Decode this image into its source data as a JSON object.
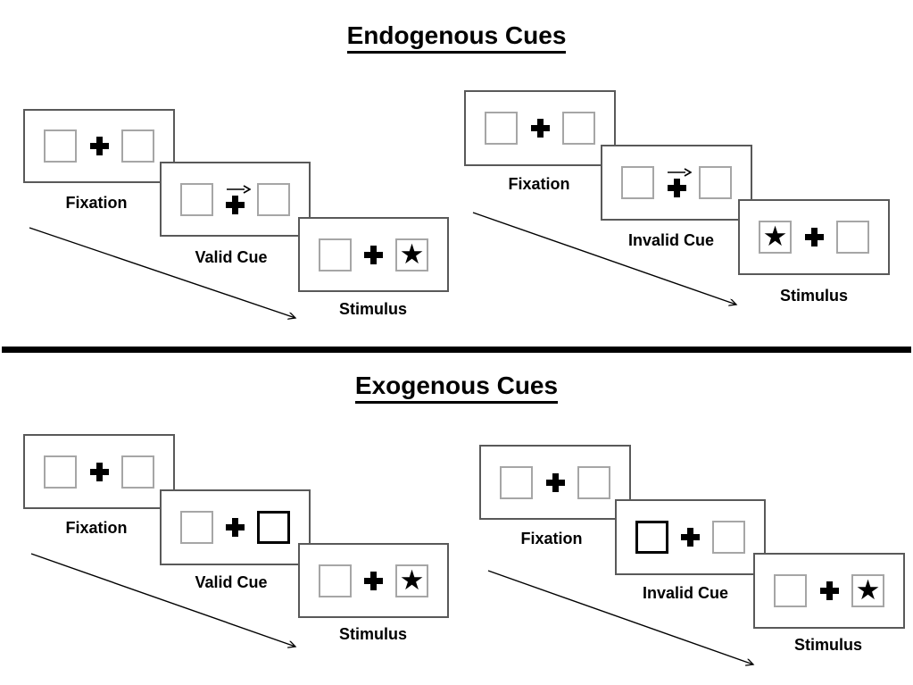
{
  "colors": {
    "background": "#ffffff",
    "card_border": "#595959",
    "box_border": "#a6a6a6",
    "highlight_border": "#000000",
    "ink": "#000000"
  },
  "glyphs": {
    "star": "★",
    "fixation_cross": "heavy-plus-cross",
    "cue_arrow": "thin-right-arrow",
    "timeline_arrow": "diagonal-down-right-arrow"
  },
  "sections": [
    {
      "id": "endogenous",
      "title": "Endogenous Cues",
      "sequences": [
        {
          "id": "endogenous-valid",
          "cue_type": "central-arrow-right",
          "star_side": "right",
          "labels": {
            "fixation": "Fixation",
            "cue": "Valid Cue",
            "stimulus": "Stimulus"
          }
        },
        {
          "id": "endogenous-invalid",
          "cue_type": "central-arrow-right",
          "star_side": "left",
          "labels": {
            "fixation": "Fixation",
            "cue": "Invalid Cue",
            "stimulus": "Stimulus"
          }
        }
      ]
    },
    {
      "id": "exogenous",
      "title": "Exogenous Cues",
      "sequences": [
        {
          "id": "exogenous-valid",
          "cue_type": "peripheral-box-highlight-right",
          "star_side": "right",
          "labels": {
            "fixation": "Fixation",
            "cue": "Valid Cue",
            "stimulus": "Stimulus"
          }
        },
        {
          "id": "exogenous-invalid",
          "cue_type": "peripheral-box-highlight-left",
          "star_side": "right",
          "labels": {
            "fixation": "Fixation",
            "cue": "Invalid Cue",
            "stimulus": "Stimulus"
          }
        }
      ]
    }
  ]
}
